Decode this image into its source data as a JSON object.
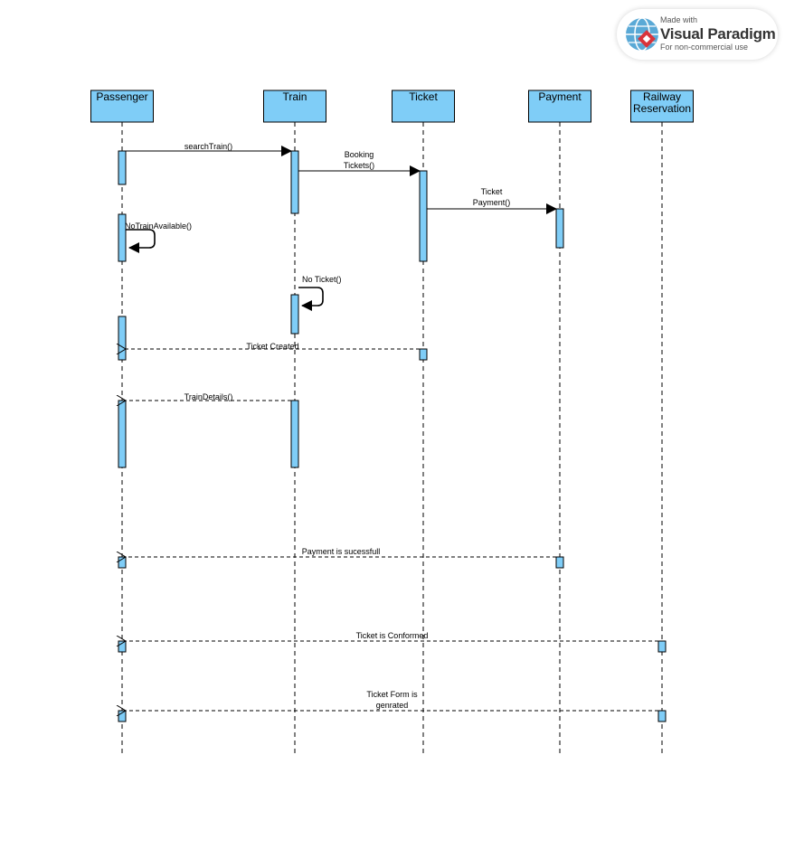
{
  "badge": {
    "made_with": "Made with",
    "brand": "Visual Paradigm",
    "note": "For non-commercial use"
  },
  "colors": {
    "box_fill": "#7fcdf7",
    "activation_fill": "#7fcdf7",
    "line": "#000000"
  },
  "lifelines": [
    {
      "id": "passenger",
      "lines": [
        "Passenger"
      ]
    },
    {
      "id": "train",
      "lines": [
        "Train"
      ]
    },
    {
      "id": "ticket",
      "lines": [
        "Ticket"
      ]
    },
    {
      "id": "payment",
      "lines": [
        "Payment"
      ]
    },
    {
      "id": "railway",
      "lines": [
        "Railway",
        "Reservation"
      ]
    }
  ],
  "messages": [
    {
      "label": [
        "searchTrain()"
      ],
      "from": "passenger",
      "to": "train",
      "kind": "sync"
    },
    {
      "label": [
        "Booking",
        "Tickets()"
      ],
      "from": "train",
      "to": "ticket",
      "kind": "sync"
    },
    {
      "label": [
        "Ticket",
        "Payment()"
      ],
      "from": "ticket",
      "to": "payment",
      "kind": "sync"
    },
    {
      "label": [
        "NoTrainAvailable()"
      ],
      "from": "passenger",
      "to": "passenger",
      "kind": "self"
    },
    {
      "label": [
        "No Ticket()"
      ],
      "from": "train",
      "to": "train",
      "kind": "self"
    },
    {
      "label": [
        "Ticket Created"
      ],
      "from": "ticket",
      "to": "passenger",
      "kind": "reply"
    },
    {
      "label": [
        "TrainDetails()"
      ],
      "from": "train",
      "to": "passenger",
      "kind": "reply"
    },
    {
      "label": [
        "Payment is sucessfull"
      ],
      "from": "payment",
      "to": "passenger",
      "kind": "reply"
    },
    {
      "label": [
        "Ticket is Conformed"
      ],
      "from": "railway",
      "to": "passenger",
      "kind": "reply"
    },
    {
      "label": [
        "Ticket Form is",
        "genrated"
      ],
      "from": "railway",
      "to": "passenger",
      "kind": "reply"
    }
  ]
}
